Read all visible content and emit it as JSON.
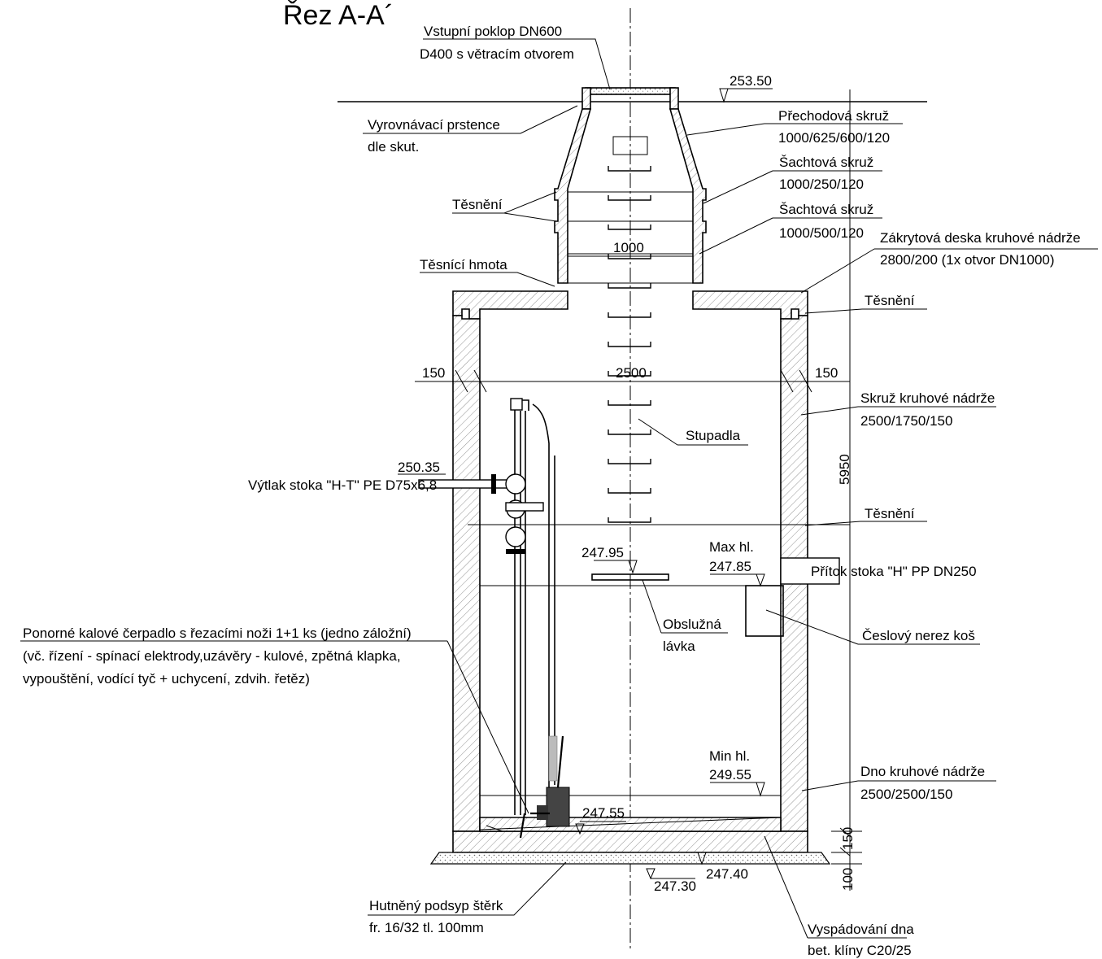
{
  "title": "Řez A-A´",
  "labels": {
    "manhole_cover_1": "Vstupní poklop DN600",
    "manhole_cover_2": "D400 s  větracím otvorem",
    "level_top": "253.50",
    "leveling_rings_1": "Vyrovnávací prstence",
    "leveling_rings_2": "dle skut.",
    "transition_ring_1": "Přechodová skruž",
    "transition_ring_2": "1000/625/600/120",
    "shaft_ring_a_1": "Šachtová skruž",
    "shaft_ring_a_2": "1000/250/120",
    "shaft_ring_b_1": "Šachtová skruž",
    "shaft_ring_b_2": "1000/500/120",
    "sealing_left": "Těsnění",
    "dim_1000": "1000",
    "cover_slab_1": "Zákrytová deska kruhové nádrže",
    "cover_slab_2": "2800/200 (1x otvor DN1000)",
    "sealing_mass": "Těsnící hmota",
    "sealing_right_top": "Těsnění",
    "dim_150_left": "150",
    "dim_2500": "2500",
    "dim_150_right": "150",
    "tank_ring_1": "Skruž kruhové nádrže",
    "tank_ring_2": "2500/1750/150",
    "steps": "Stupadla",
    "dim_5950": "5950",
    "level_outlet": "250.35",
    "outlet_pipe": "Výtlak stoka \"H-T\" PE D75x6,8",
    "sealing_right_mid": "Těsnění",
    "level_platform": "247.95",
    "max_level_1": "Max hl.",
    "max_level_2": "247.85",
    "inlet_pipe": "Přítok stoka \"H\" PP DN250",
    "pump_1": "Ponorné kalové čerpadlo s řezacími noži 1+1 ks (jedno záložní)",
    "pump_2": "(vč. řízení - spínací elektrody,uzávěry - kulové, zpětná klapka,",
    "pump_3": "vypouštění, vodící tyč + uchycení, zdvih. řetěz)",
    "platform_1": "Obslužná",
    "platform_2": "lávka",
    "basket": "Česlový nerez koš",
    "min_level_1": "Min hl.",
    "min_level_2": "249.55",
    "tank_bottom_1": "Dno kruhové nádrže",
    "tank_bottom_2": "2500/2500/150",
    "level_bottom": "247.55",
    "dim_150_bottom": "150",
    "level_base_1": "247.40",
    "level_base_2": "247.30",
    "dim_100": "100",
    "gravel_1": "Hutněný podsyp štěrk",
    "gravel_2": "fr. 16/32 tl. 100mm",
    "slope_1": "Vyspádování dna",
    "slope_2": "bet. klíny C20/25"
  }
}
